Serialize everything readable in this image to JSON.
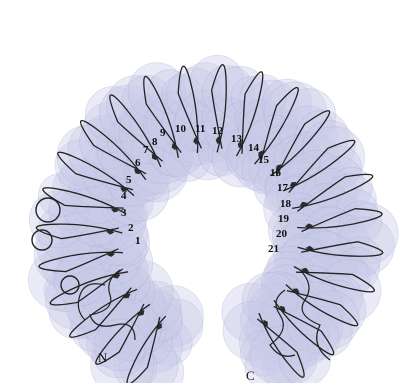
{
  "figure": {
    "surface_color": "#c9cbe8",
    "surface_edge_color": "#a9acd4",
    "backbone_color": "#222222",
    "strand_color": "#2a2a2a"
  },
  "repeat_labels": [
    "1",
    "2",
    "3",
    "4",
    "5",
    "6",
    "7",
    "8",
    "9",
    "10",
    "11",
    "12",
    "13",
    "14",
    "15",
    "16",
    "17",
    "18",
    "19",
    "20",
    "21"
  ],
  "termini": {
    "n": "N",
    "c": "C"
  }
}
